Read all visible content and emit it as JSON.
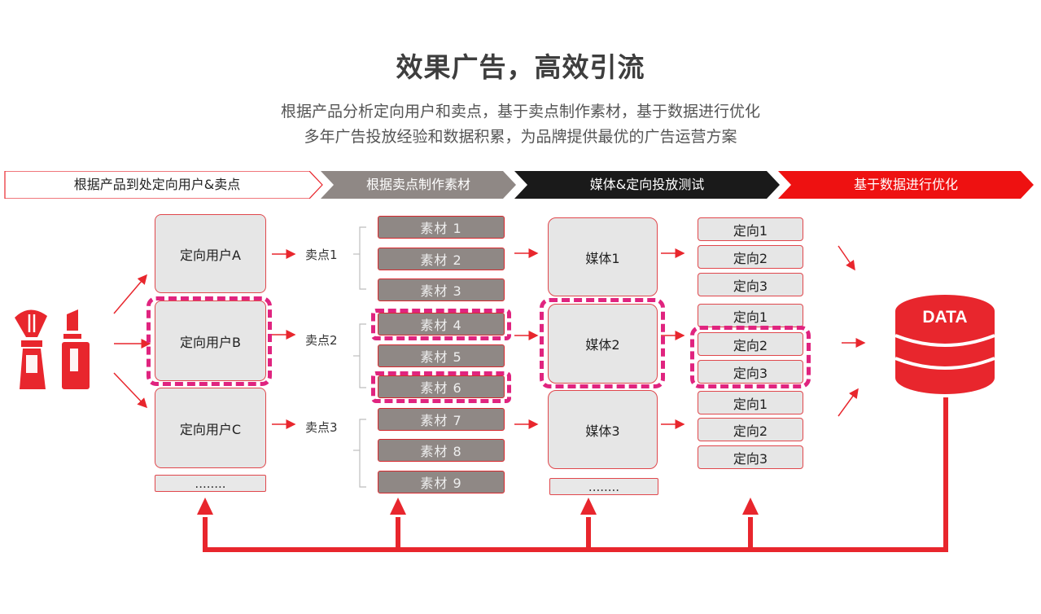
{
  "title": "效果广告，高效引流",
  "subtitle_line1": "根据产品分析定向用户和卖点，基于卖点制作素材，基于数据进行优化",
  "subtitle_line2": "多年广告投放经验和数据积累，为品牌提供最优的广告运营方案",
  "steps": [
    {
      "label": "根据产品到处定向用户&卖点"
    },
    {
      "label": "根据卖点制作素材"
    },
    {
      "label": "媒体&定向投放测试"
    },
    {
      "label": "基于数据进行优化"
    }
  ],
  "users": [
    "定向用户A",
    "定向用户B",
    "定向用户C"
  ],
  "users_more": "........",
  "selling_points": [
    "卖点1",
    "卖点2",
    "卖点3"
  ],
  "materials": [
    "素材 1",
    "素材 2",
    "素材 3",
    "素材 4",
    "素材 5",
    "素材 6",
    "素材 7",
    "素材 8",
    "素材 9"
  ],
  "media": [
    "媒体1",
    "媒体2",
    "媒体3"
  ],
  "media_more": "........",
  "targets": [
    "定向1",
    "定向2",
    "定向3",
    "定向1",
    "定向2",
    "定向3",
    "定向1",
    "定向2",
    "定向3"
  ],
  "database_label": "DATA",
  "colors": {
    "accent_red": "#e8262d",
    "highlight_pink": "#e0247f",
    "material_gray": "#8f8885",
    "dark_step": "#1a1a1a"
  }
}
